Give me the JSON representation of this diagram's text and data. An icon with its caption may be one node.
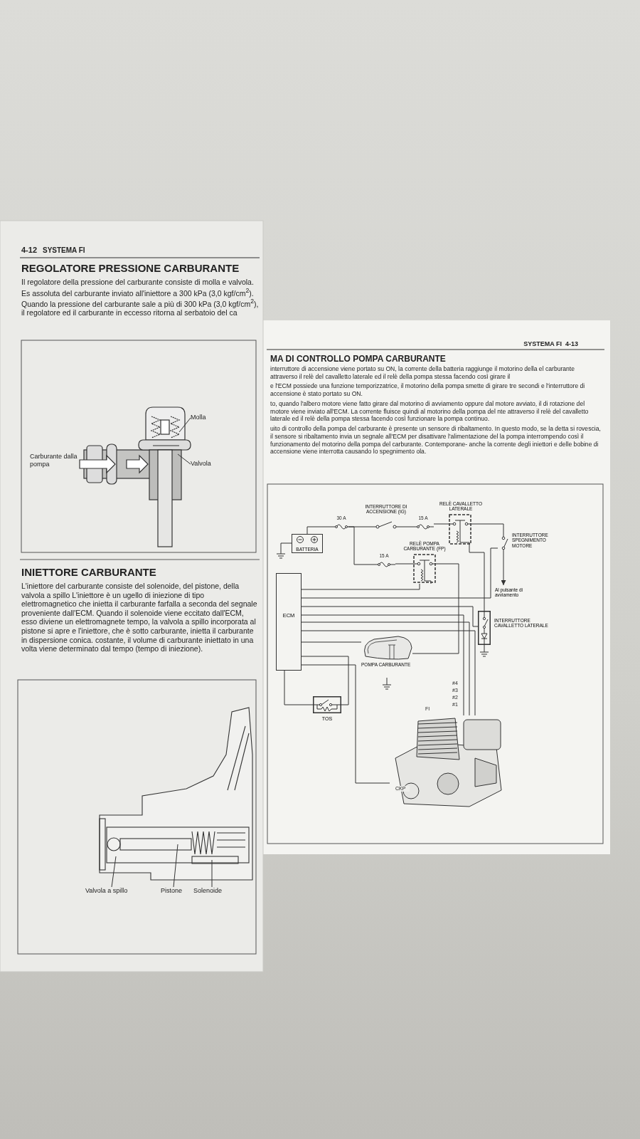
{
  "diagram": {
    "nodes": [
      {
        "text": [
          "Molla"
        ]
      },
      {
        "text": [
          "Valvola"
        ]
      },
      {
        "text": [
          "Valvola a spillo"
        ]
      },
      {
        "text": [
          "Pistone"
        ]
      },
      {
        "text": [
          "Solenoide"
        ]
      },
      {
        "text": [
          "BATTERIA"
        ]
      },
      {
        "text": [],
        "shape": "fuse",
        "beside": [
          "30 A"
        ]
      },
      {
        "text": [
          "INTERRUTTORE DI ACCENSIONE (IG)"
        ]
      },
      {
        "text": [],
        "shape": "fuse",
        "beside": [
          "15 A"
        ]
      },
      {
        "text": [
          "RELÈ CAVALLETTO LATERALE"
        ]
      },
      {
        "text": [
          "INTERRUTTORE SPEGNIMENTO MOTORE"
        ]
      },
      {
        "text": [],
        "shape": "fuse",
        "beside": [
          "15 A"
        ]
      },
      {
        "text": [
          "RELÈ POMPA CARBURANTE (FP)"
        ]
      },
      {
        "text": [
          "ECM"
        ]
      },
      {
        "text": [
          "Al pulsante di avviamento"
        ]
      },
      {
        "text": [
          "INTERRUTTORE CAVALLETTO LATERALE"
        ]
      },
      {
        "text": [
          "POMPA CARBURANTE"
        ]
      },
      {
        "text": [
          "TOS"
        ]
      },
      {
        "text": [],
        "shape": "picture"
      }
    ],
    "edges": [
      {
        "from": 0,
        "to": null,
        "arrow": "none"
      },
      {
        "from": 1,
        "to": null,
        "arrow": "none"
      },
      {
        "from": 2,
        "to": null,
        "arrow": "none"
      },
      {
        "from": 3,
        "to": null,
        "arrow": "none"
      },
      {
        "from": 4,
        "to": null,
        "arrow": "none"
      },
      {
        "from": 5,
        "to": 6,
        "arrow": "none"
      },
      {
        "from": 6,
        "to": 7,
        "arrow": "none"
      },
      {
        "from": 7,
        "to": 8,
        "arrow": "none"
      },
      {
        "from": 8,
        "to": 9,
        "arrow": "none"
      },
      {
        "from": 9,
        "to": 10,
        "arrow": "none"
      },
      {
        "from": 10,
        "to": 14,
        "arrow": "to"
      },
      {
        "from": 6,
        "to": 11,
        "arrow": "none"
      },
      {
        "from": 11,
        "to": 12,
        "arrow": "none"
      },
      {
        "from": 12,
        "to": 13,
        "arrow": "none"
      },
      {
        "from": 12,
        "to": 16,
        "arrow": "none"
      },
      {
        "from": 9,
        "to": 15,
        "arrow": "none"
      },
      {
        "from": 13,
        "to": 10,
        "arrow": "none"
      },
      {
        "from": 13,
        "to": 15,
        "arrow": "none"
      },
      {
        "from": 13,
        "to": 18,
        "arrow": "none"
      },
      {
        "from": 13,
        "to": 18,
        "arrow": "none"
      },
      {
        "from": 13,
        "to": 18,
        "arrow": "none"
      },
      {
        "from": 13,
        "to": 16,
        "arrow": "none"
      },
      {
        "from": 13,
        "to": 17,
        "arrow": "none"
      },
      {
        "from": 13,
        "to": 17,
        "arrow": "none"
      },
      {
        "from": 13,
        "to": 18,
        "arrow": "none"
      }
    ],
    "labels": [
      "4-12",
      "SYSTEMA FI",
      "REGOLATORE PRESSIONE CARBURANTE",
      "Il regolatore della pressione del carburante consiste di molla e valvola. Es assoluta del carburante inviato all'iniettore a 300 kPa (3,0 kgf/cm$^{2}$). Quando la pressione del carburante sale a più di 300 kPa (3,0 kgf/cm$^{2}$), il regolatore ed il carburante in eccesso ritorna al serbatoio del ca",
      "Carburante dalla pompa",
      "INIETTORE CARBURANTE",
      "L'iniettore del carburante consiste del solenoide, del pistone, della valvola a spillo L'iniettore è un ugello di iniezione di tipo elettromagnetico che inietta il carburante farfalla a seconda del segnale proveniente dall'ECM. Quando il solenoide viene eccitato dall'ECM, esso diviene un elettromagnete tempo, la valvola a spillo incorporata al pistone si apre e l'iniettore, che è sotto carburante, inietta il carburante in dispersione conica. costante, il volume di carburante iniettato in una volta viene determinato dal tempo (tempo di iniezione).",
      "SYSTEMA FI",
      "4-13",
      "MA DI CONTROLLO POMPA CARBURANTE",
      "interruttore di accensione viene portato su ON, la corrente della batteria raggiunge il motorino della el carburante attraverso il relè del cavalletto laterale ed il relè della pompa stessa facendo così girare il",
      "e l'ECM possiede una funzione temporizzatrice, il motorino della pompa smette di girare tre secondi e l'interruttore di accensione è stato portato su ON.",
      "to, quando l'albero motore viene fatto girare dal motorino di avviamento oppure dal motore avviato, il di rotazione del motore viene inviato all'ECM. La corrente fluisce quindi al motorino della pompa del nte attraverso il relè del cavalletto laterale ed il relè della pompa stessa facendo così funzionare la pompa continuo.",
      "uito di controllo della pompa del carburante è presente un sensore di ribaltamento. In questo modo, se la detta si rovescia, il sensore si ribaltamento invia un segnale all'ECM per disattivare l'alimentazione del la pompa interrompendo così il funzionamento del motorino della pompa del carburante. Contemporane- anche la corrente degli iniettori e delle bobine di accensione viene interrotta causando lo spegnimento ola.",
      "FI",
      "#4",
      "#3",
      "#2",
      "#1",
      "CKP"
    ]
  }
}
